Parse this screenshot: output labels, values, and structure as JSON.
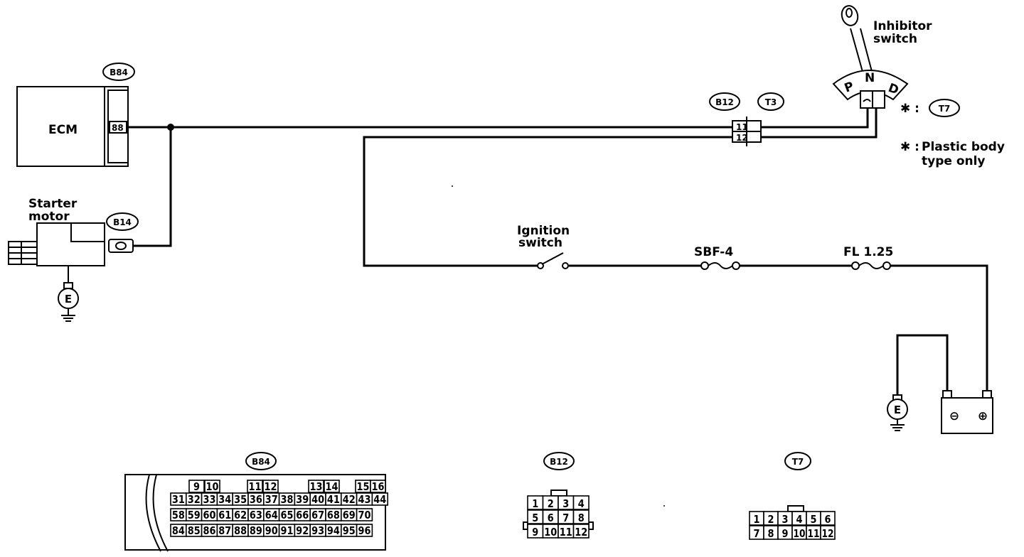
{
  "components": {
    "ecm": "ECM",
    "starter_motor": [
      "Starter",
      "motor"
    ],
    "inhibitor_switch": [
      "Inhibitor",
      "switch"
    ],
    "ignition_switch": [
      "Ignition",
      "switch"
    ],
    "fuse_sbf": "SBF-4",
    "fuse_fl": "FL 1.25",
    "ground": "E",
    "battery_minus": "⊖",
    "battery_plus": "⊕"
  },
  "shift_positions": [
    "P",
    "N",
    "D"
  ],
  "connectors": {
    "b84": "B84",
    "b14": "B14",
    "b12": "B12",
    "t3": "T3",
    "t7": "T7",
    "ecm_pin": "88",
    "b12_pins": [
      "11",
      "12"
    ]
  },
  "notes": {
    "t7_marker": "✱ :",
    "note_marker": "✱ :",
    "note_lines": [
      "Plastic body",
      "type only"
    ]
  },
  "connector_faces": {
    "b84": {
      "label": "B84",
      "row1": [
        "9",
        "10",
        "11",
        "12",
        "13",
        "14",
        "15",
        "16"
      ],
      "row2": [
        "31",
        "32",
        "33",
        "34",
        "35",
        "36",
        "37",
        "38",
        "39",
        "40",
        "41",
        "42",
        "43",
        "44"
      ],
      "row3": [
        "58",
        "59",
        "60",
        "61",
        "62",
        "63",
        "64",
        "65",
        "66",
        "67",
        "68",
        "69",
        "70"
      ],
      "row4": [
        "84",
        "85",
        "86",
        "87",
        "88",
        "89",
        "90",
        "91",
        "92",
        "93",
        "94",
        "95",
        "96"
      ]
    },
    "b12": {
      "label": "B12",
      "rows": [
        [
          "1",
          "2",
          "3",
          "4"
        ],
        [
          "5",
          "6",
          "7",
          "8"
        ],
        [
          "9",
          "10",
          "11",
          "12"
        ]
      ]
    },
    "t7": {
      "label": "T7",
      "rows": [
        [
          "1",
          "2",
          "3",
          "4",
          "5",
          "6"
        ],
        [
          "7",
          "8",
          "9",
          "10",
          "11",
          "12"
        ]
      ]
    }
  }
}
